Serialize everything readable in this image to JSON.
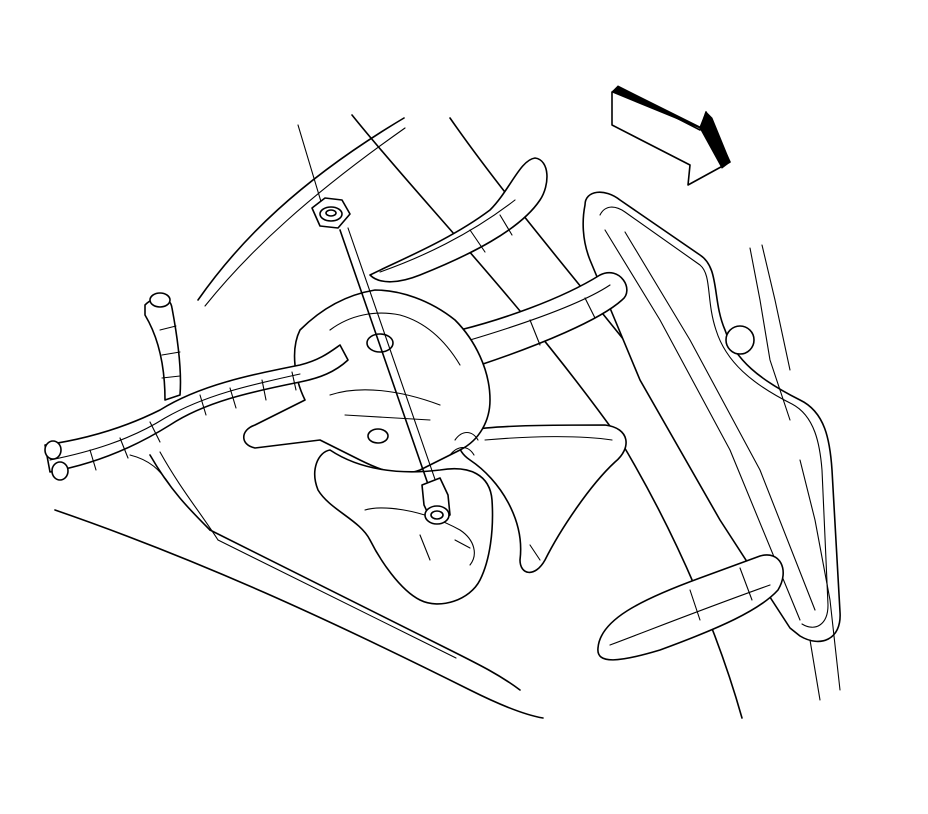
{
  "figure": {
    "background": "#ffffff",
    "line_color": "#000000",
    "components": [
      "direction-arrow-icon",
      "wiring-harness",
      "mounting-bracket",
      "upper-hex-nut",
      "mounting-stud",
      "frame-rail",
      "body-panel",
      "crossmember-support"
    ]
  }
}
